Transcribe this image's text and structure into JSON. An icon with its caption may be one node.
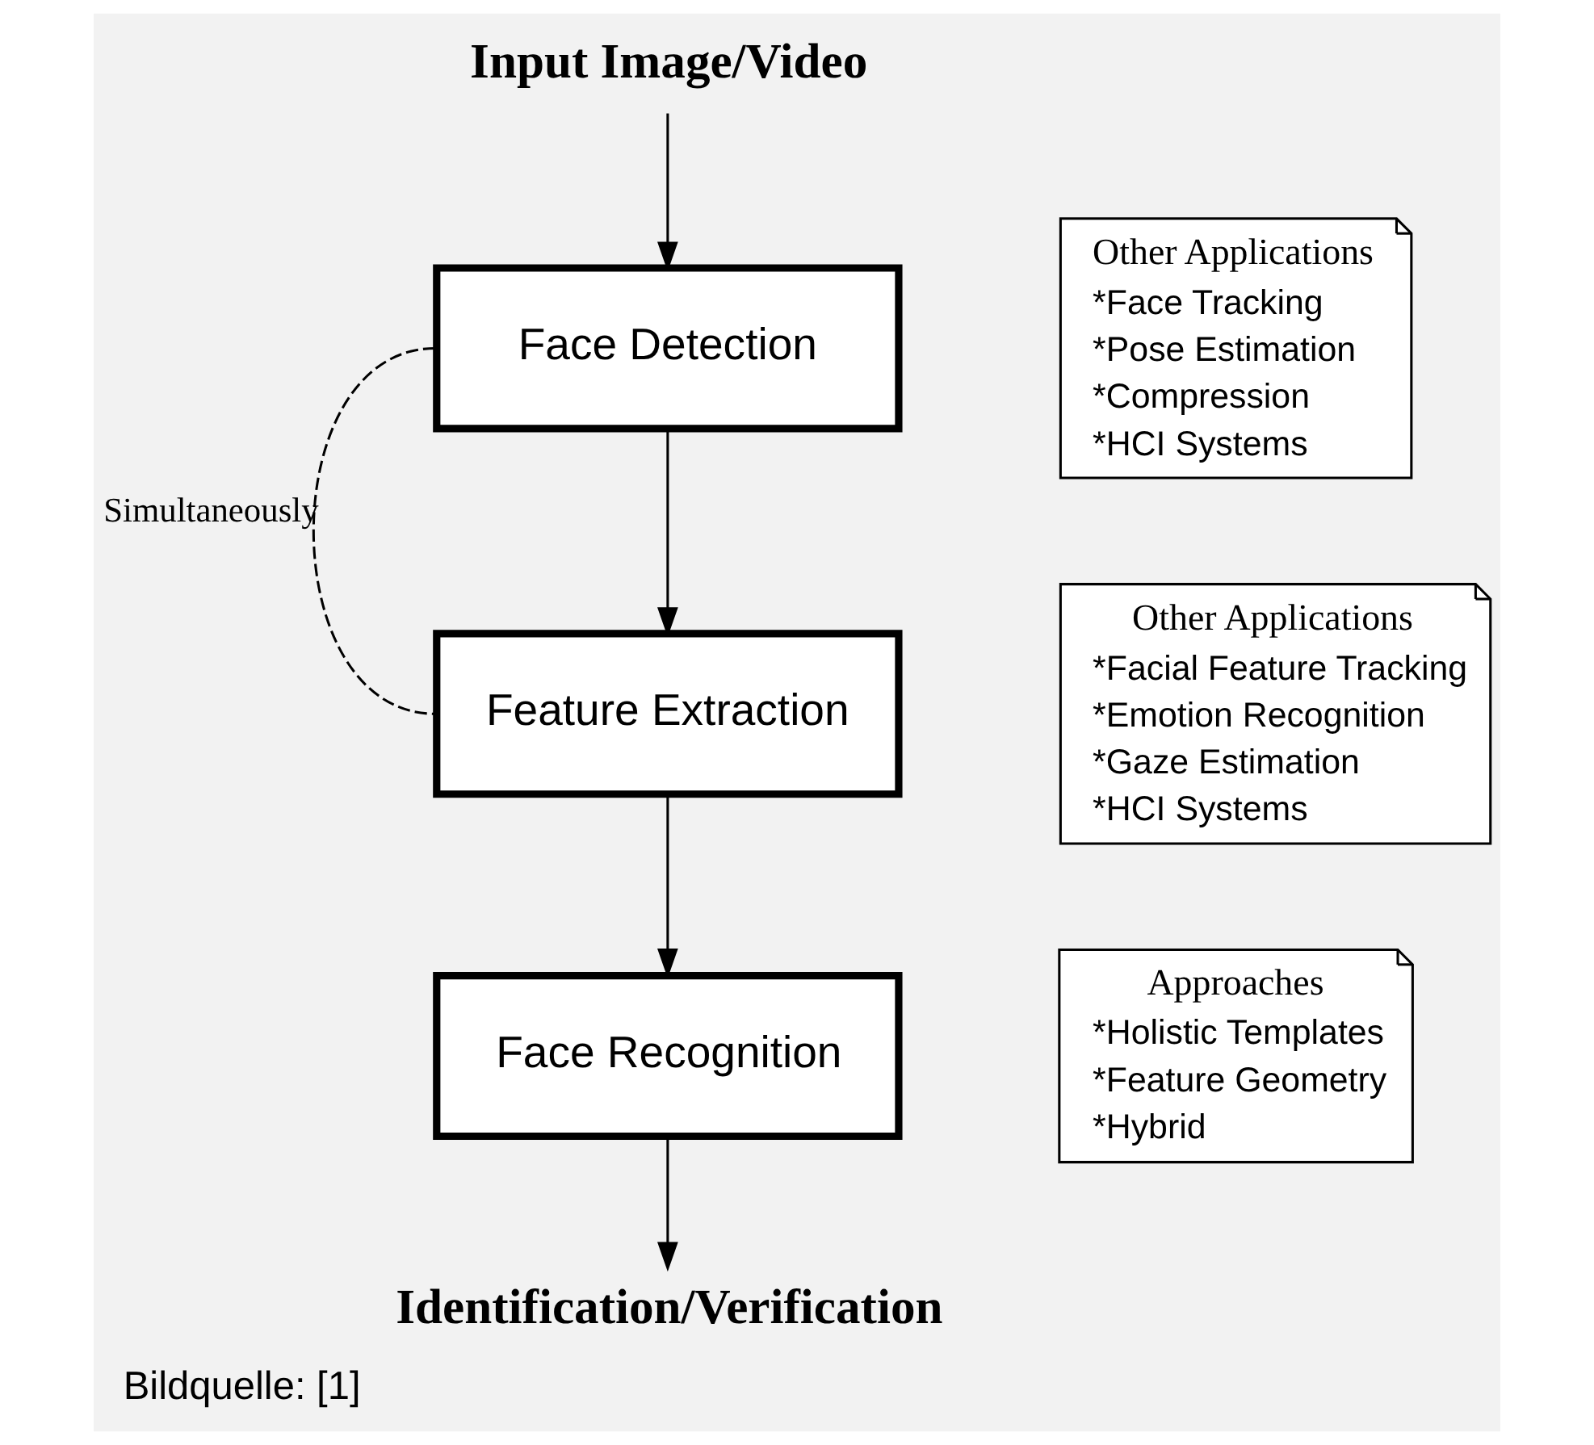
{
  "diagram": {
    "caption": "Bildquelle: [1]",
    "nodes": [
      {
        "text": [
          "Input Image/Video"
        ]
      },
      {
        "text": [
          "Face Detection"
        ]
      },
      {
        "text": [
          "Feature Extraction"
        ]
      },
      {
        "text": [
          "Face Recognition"
        ]
      },
      {
        "text": [
          "Identification/Verification"
        ]
      },
      {
        "text": [
          "Other Applications",
          "*Face Tracking",
          "*Pose Estimation",
          "*Compression",
          "*HCI Systems"
        ]
      },
      {
        "text": [
          "Other Applications",
          "*Facial Feature Tracking",
          "*Emotion Recognition",
          "*Gaze Estimation",
          "*HCI Systems"
        ]
      },
      {
        "text": [
          "Approaches",
          "*Holistic Templates",
          "*Feature Geometry",
          "*Hybrid"
        ]
      }
    ],
    "edges": [
      {
        "from": 0,
        "to": 1,
        "arrow": "to"
      },
      {
        "from": 1,
        "to": 2,
        "arrow": "to"
      },
      {
        "from": 2,
        "to": 3,
        "arrow": "to"
      },
      {
        "from": 3,
        "to": 4,
        "arrow": "to"
      },
      {
        "from": 1,
        "to": 2,
        "arrow": "none",
        "style": "dashed",
        "label": "Simultaneously"
      }
    ]
  }
}
